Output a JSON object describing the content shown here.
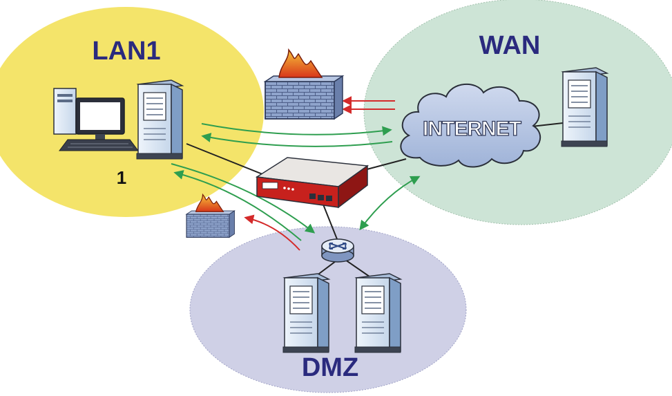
{
  "zones": {
    "lan": {
      "label": "LAN1",
      "number": "1",
      "color": "#f4e46a"
    },
    "wan": {
      "label": "WAN",
      "color": "#cde4d6"
    },
    "dmz": {
      "label": "DMZ",
      "color": "#cfd0e6"
    }
  },
  "cloud": {
    "label": "INTERNET"
  },
  "colors": {
    "zone_label": "#2a2a7e",
    "allowed_arrow": "#2e9e4f",
    "blocked_arrow": "#d42a2a",
    "link_line": "#222222",
    "firewall_brick": "#8fa4cc",
    "flame": "#e5521f"
  },
  "icons": [
    "desktop-computer-icon",
    "lan-server-icon",
    "wan-server-icon",
    "dmz-server-icon",
    "firewall-icon",
    "router-switch-icon",
    "internet-cloud-icon",
    "security-gateway-icon"
  ]
}
